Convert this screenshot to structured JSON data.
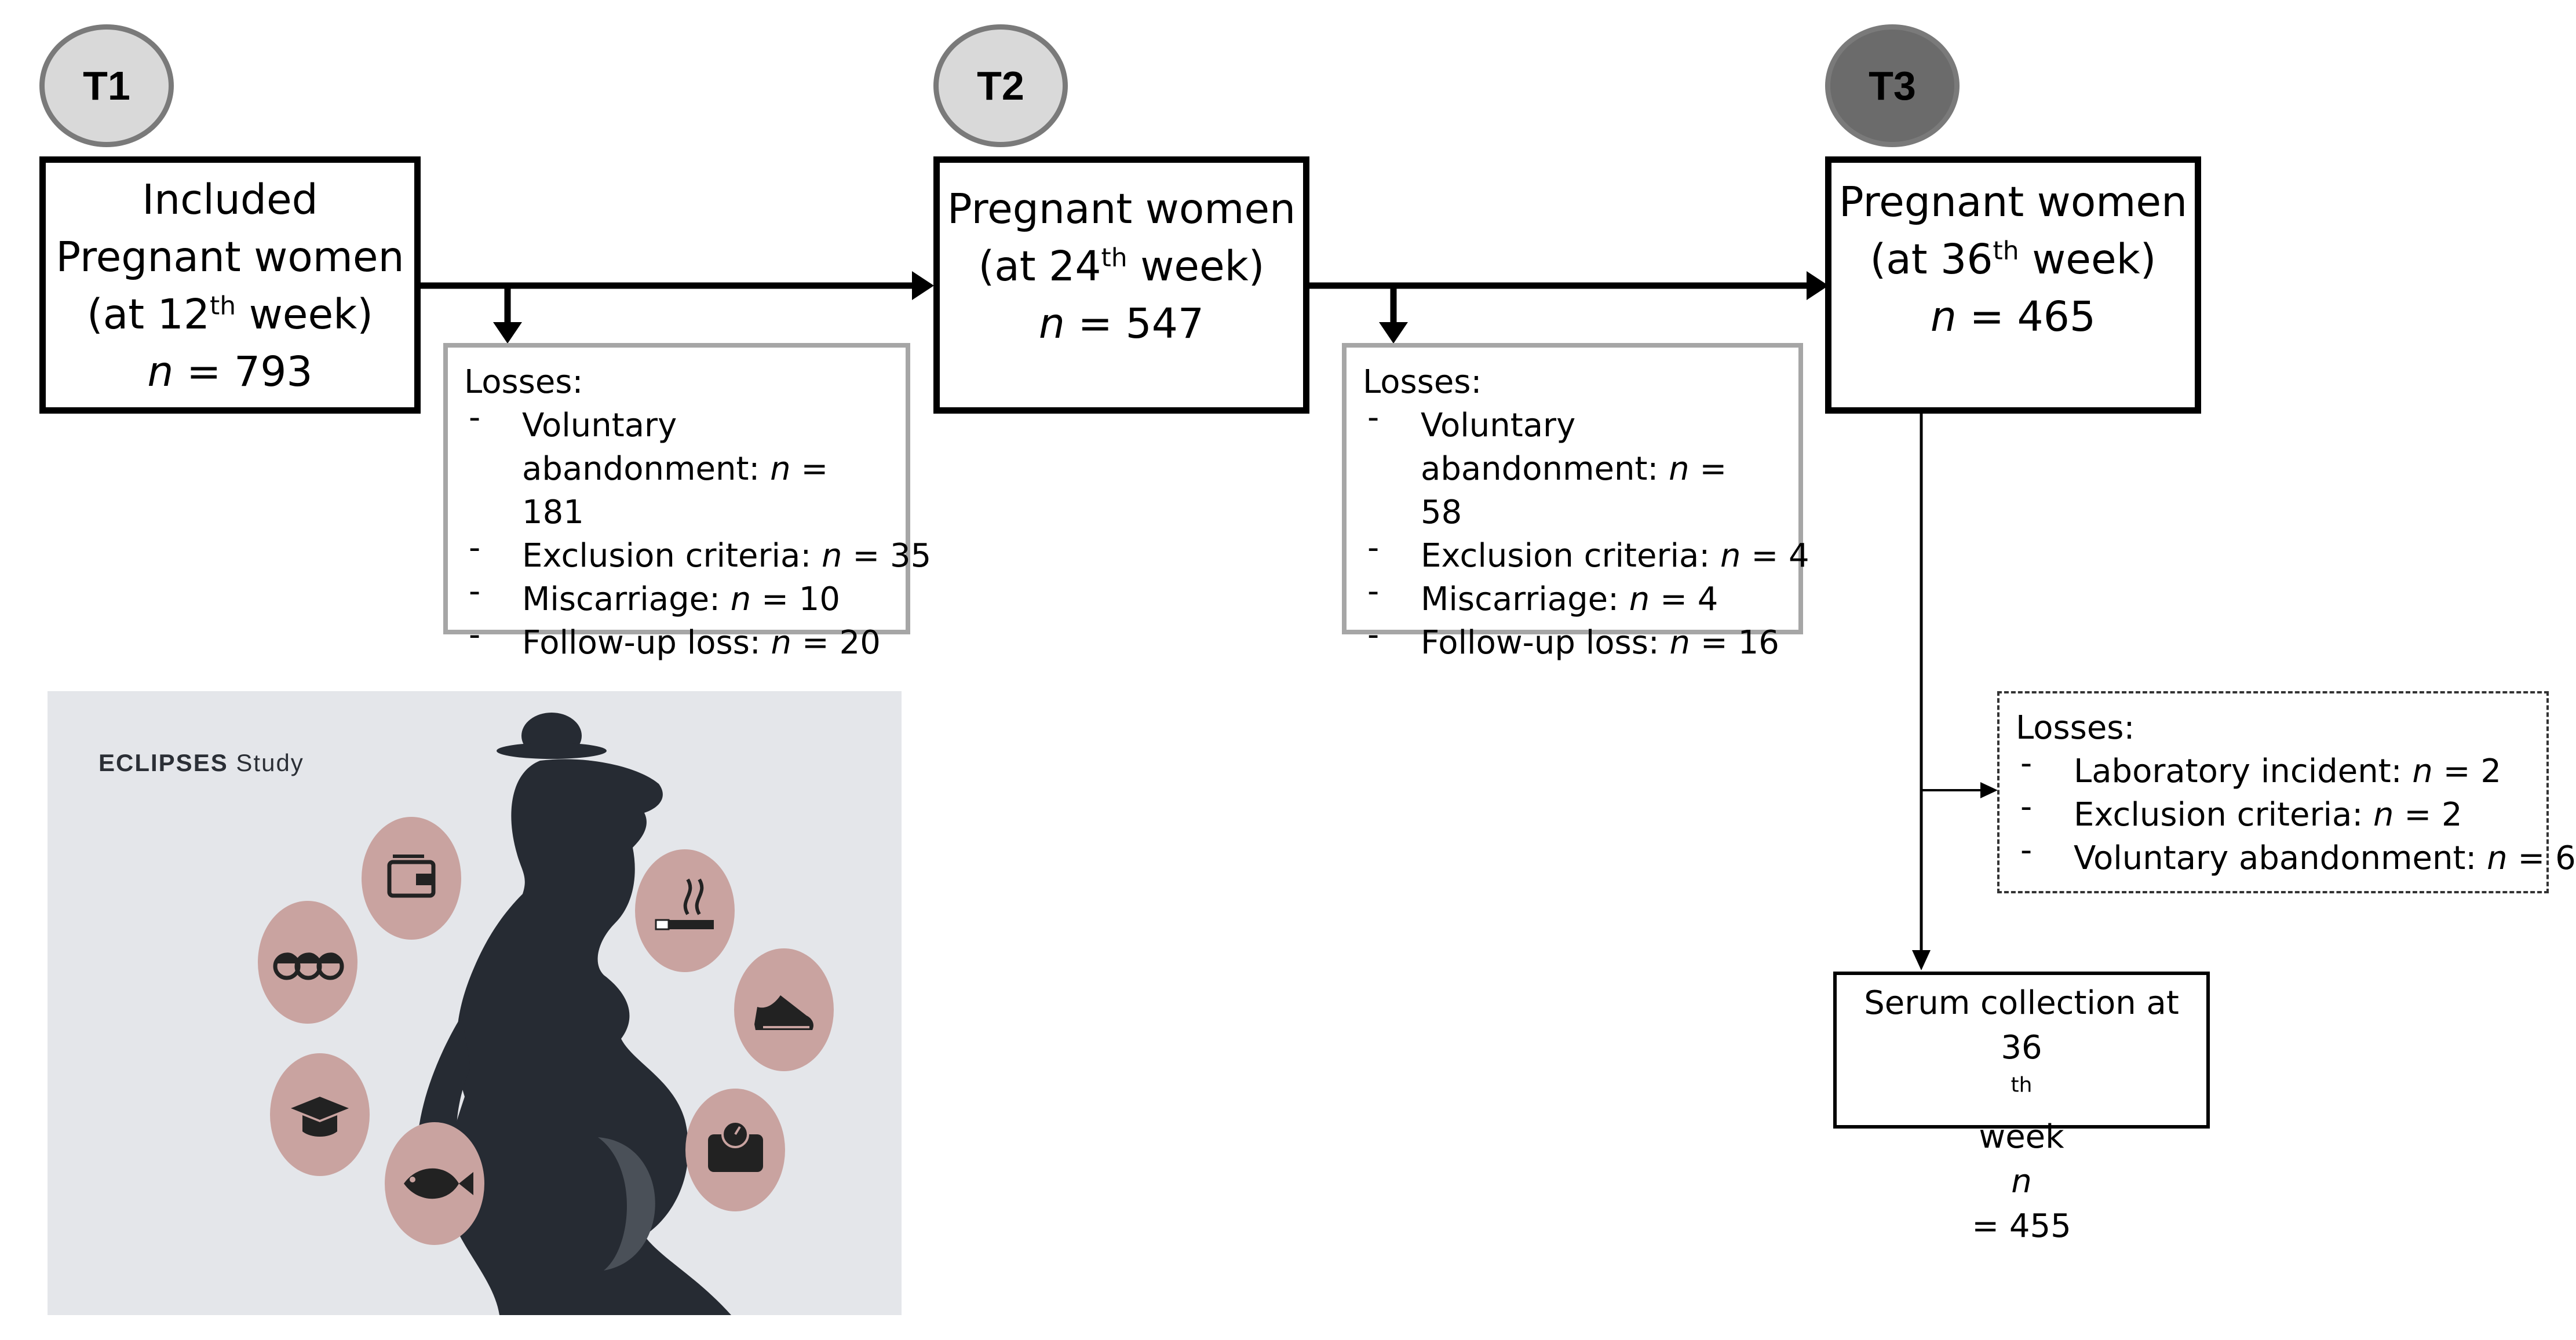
{
  "stages": [
    {
      "badge": "T1",
      "lines": [
        "Included",
        "Pregnant women"
      ],
      "week_prefix": "(at 12",
      "week_sup": "th",
      "week_suffix": " week)",
      "n_label": "n",
      "n_value": " = 793"
    },
    {
      "badge": "T2",
      "lines": [
        "Pregnant women"
      ],
      "week_prefix": "(at 24",
      "week_sup": "th",
      "week_suffix": " week)",
      "n_label": "n",
      "n_value": " = 547"
    },
    {
      "badge": "T3",
      "lines": [
        "Pregnant women"
      ],
      "week_prefix": "(at 36",
      "week_sup": "th",
      "week_suffix": " week)",
      "n_label": "n",
      "n_value": " = 465"
    }
  ],
  "losses": [
    {
      "title": "Losses:",
      "items": [
        {
          "text": "Voluntary abandonment: ",
          "n": "n",
          "value": " = 181"
        },
        {
          "text": "Exclusion criteria: ",
          "n": "n",
          "value": " = 35"
        },
        {
          "text": "Miscarriage: ",
          "n": "n",
          "value": " = 10"
        },
        {
          "text": "Follow-up loss: ",
          "n": "n",
          "value": " = 20"
        }
      ]
    },
    {
      "title": "Losses:",
      "items": [
        {
          "text": "Voluntary abandonment: ",
          "n": "n",
          "value": " = 58"
        },
        {
          "text": "Exclusion criteria: ",
          "n": "n",
          "value": " = 4"
        },
        {
          "text": "Miscarriage: ",
          "n": "n",
          "value": " = 4"
        },
        {
          "text": "Follow-up loss: ",
          "n": "n",
          "value": " = 16"
        }
      ]
    },
    {
      "title": "Losses:",
      "items": [
        {
          "text": "Laboratory incident: ",
          "n": "n",
          "value": " = 2"
        },
        {
          "text": "Exclusion criteria: ",
          "n": "n",
          "value": " = 2"
        },
        {
          "text": "Voluntary abandonment: ",
          "n": "n",
          "value": " = 6"
        }
      ]
    }
  ],
  "serum": {
    "line1": "Serum collection at",
    "week_prefix": "36",
    "week_sup": "th",
    "week_suffix": " week",
    "n_label": "n",
    "n_value": " = 455"
  },
  "illustration": {
    "study_bold": "ECLIPSES",
    "study_rest": " Study",
    "icons": [
      "wallet-icon",
      "family-icon",
      "graduation-cap-icon",
      "fish-icon",
      "cigarette-icon",
      "sneaker-icon",
      "weight-scale-icon"
    ]
  },
  "colors": {
    "badge_light": "#d9d9d9",
    "badge_dark": "#6b6b6b",
    "loss_border": "#a6a6a6",
    "icon_circle": "#c9a3a0",
    "silhouette": "#262b33",
    "illustration_bg": "#e4e6ea"
  }
}
